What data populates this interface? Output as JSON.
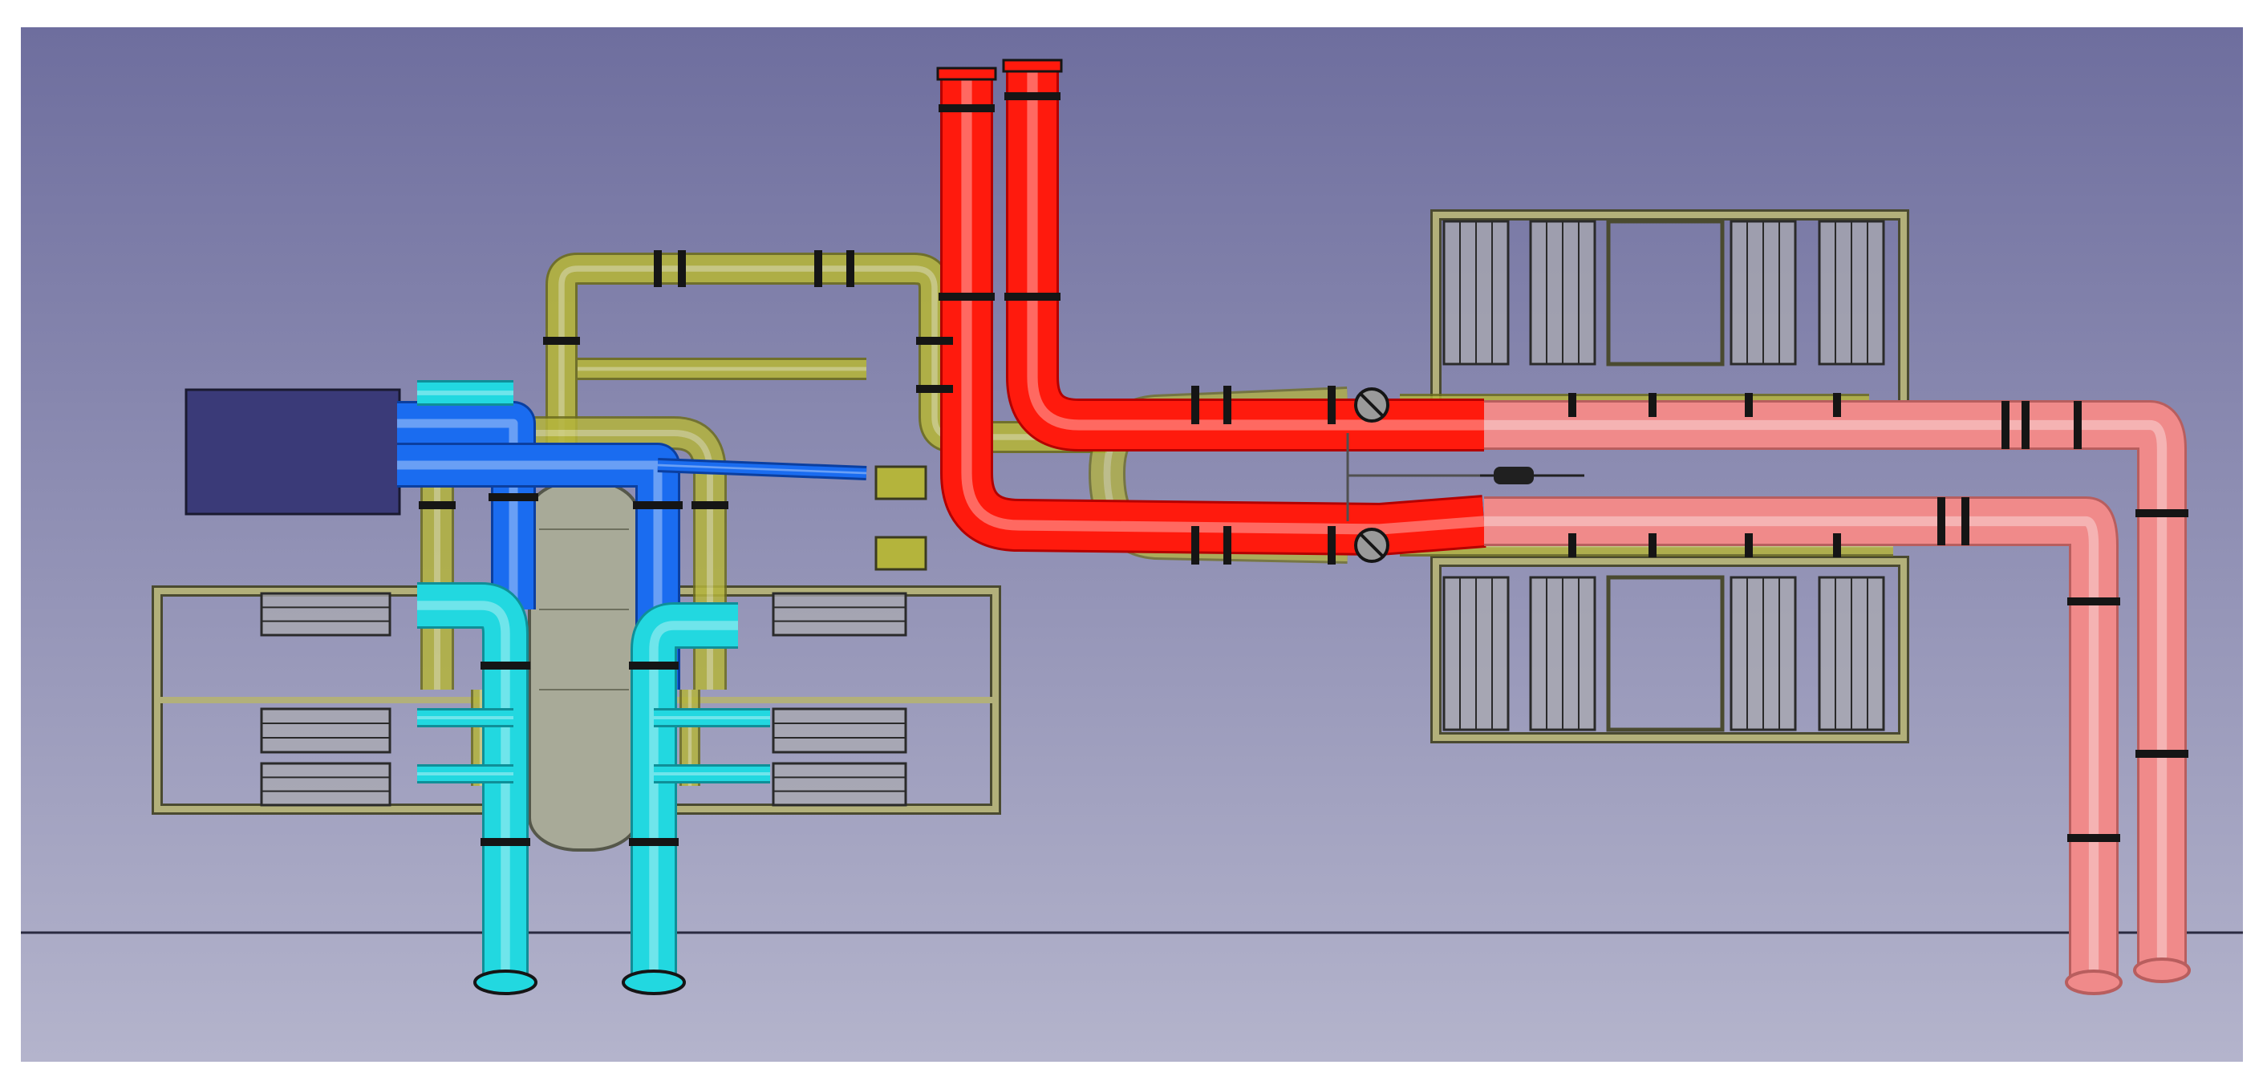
{
  "viewport": {
    "background_top": "#6e6e9e",
    "background_bottom": "#b4b4cc",
    "floor_line": "#2a2a40"
  },
  "colors": {
    "hot_pipe": "#ff1a0d",
    "hot_pipe_dark": "#b30000",
    "return_pipe": "#f08a8a",
    "return_pipe_dark": "#b85e5e",
    "blue_pipe": "#1a6cf0",
    "blue_pipe_dark": "#0b3fa0",
    "cyan_pipe": "#22d8e0",
    "cyan_pipe_dark": "#0f8f98",
    "olive_pipe": "#b4b43c",
    "olive_pipe_dark": "#6e6e1e",
    "vessel": "#a8aa98",
    "frame": "#b2b07a",
    "frame_dark": "#4a4a30",
    "canister": "#a9a9b0",
    "panel_box": "#3a3a78",
    "flange": "#151515"
  },
  "components": {
    "control_box": "panel-box",
    "vessel": "pressure-vessel",
    "valves": [
      "valve-upper",
      "valve-lower",
      "valve-actuator"
    ],
    "filter_banks": [
      "left-filter-bank",
      "top-right-filter-bank",
      "bottom-right-filter-bank"
    ]
  }
}
